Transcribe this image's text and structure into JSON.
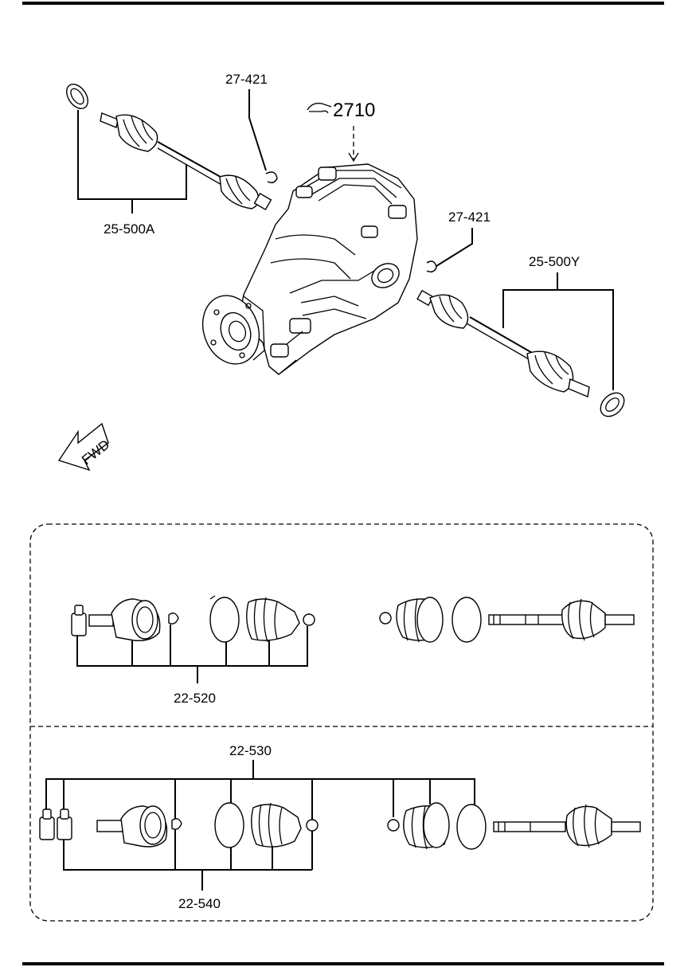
{
  "labels": {
    "top_left_ring": "27-421",
    "ref_number": "2710",
    "left_shaft": "25-500A",
    "right_ring": "27-421",
    "right_shaft": "25-500Y",
    "inner_kit": "22-520",
    "outer_kit_top": "22-530",
    "outer_kit_bottom": "22-540"
  },
  "arrow": {
    "text": "FWD"
  },
  "icons": {
    "reference_pointer": "hand-pointer-icon",
    "forward_arrow": "fwd-arrow-icon"
  }
}
